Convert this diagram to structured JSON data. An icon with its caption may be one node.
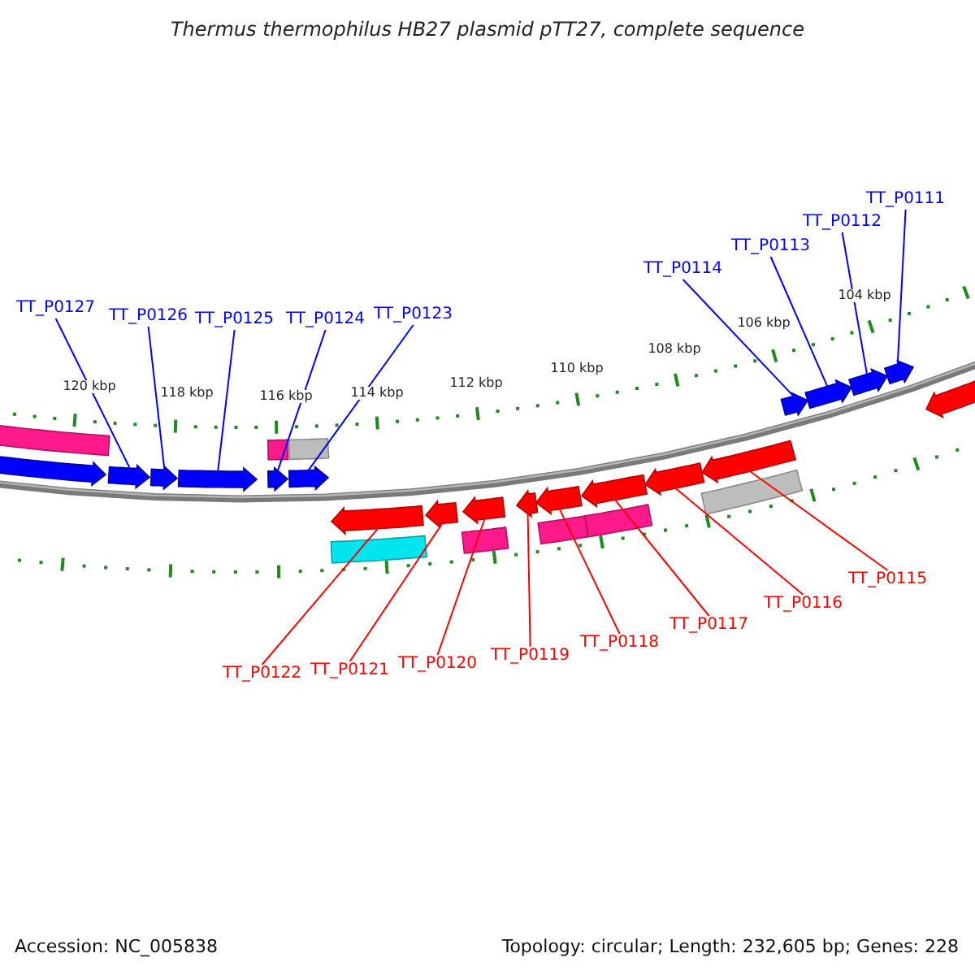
{
  "diagram": {
    "title": "Thermus thermophilus HB27 plasmid pTT27, complete sequence",
    "nodes": [
      {
        "text": [
          "TT_P0127"
        ]
      },
      {
        "text": [
          "TT_P0126"
        ]
      },
      {
        "text": [
          "TT_P0125"
        ]
      },
      {
        "text": [
          "TT_P0124"
        ]
      },
      {
        "text": [
          "TT_P0123"
        ]
      },
      {
        "text": [
          "TT_P0114"
        ]
      },
      {
        "text": [
          "TT_P0113"
        ]
      },
      {
        "text": [
          "TT_P0112"
        ]
      },
      {
        "text": [
          "TT_P0111"
        ]
      },
      {
        "text": [
          "TT_P0122"
        ]
      },
      {
        "text": [
          "TT_P0121"
        ]
      },
      {
        "text": [
          "TT_P0120"
        ]
      },
      {
        "text": [
          "TT_P0119"
        ]
      },
      {
        "text": [
          "TT_P0118"
        ]
      },
      {
        "text": [
          "TT_P0117"
        ]
      },
      {
        "text": [
          "TT_P0116"
        ]
      },
      {
        "text": [
          "TT_P0115"
        ]
      },
      {
        "text": [],
        "shape": "bar"
      },
      {
        "text": [],
        "shape": "bar"
      },
      {
        "text": [],
        "shape": "bar"
      },
      {
        "text": [],
        "shape": "bar"
      },
      {
        "text": [],
        "shape": "bar"
      },
      {
        "text": [],
        "shape": "bar"
      },
      {
        "text": [],
        "shape": "bar"
      },
      {
        "text": [],
        "shape": "bar"
      },
      {
        "text": [],
        "shape": "bar"
      },
      {
        "text": [],
        "shape": "bar"
      },
      {
        "text": [],
        "shape": "bar"
      },
      {
        "text": [],
        "shape": "bar"
      },
      {
        "text": [],
        "shape": "bar"
      },
      {
        "text": [],
        "shape": "bar"
      },
      {
        "text": [],
        "shape": "bar"
      },
      {
        "text": [],
        "shape": "bar"
      },
      {
        "text": [],
        "shape": "bar"
      }
    ],
    "edges": [
      {
        "from": 0,
        "to": 17,
        "arrow": "none"
      },
      {
        "from": 1,
        "to": 18,
        "arrow": "none"
      },
      {
        "from": 2,
        "to": 19,
        "arrow": "none"
      },
      {
        "from": 3,
        "to": 20,
        "arrow": "none"
      },
      {
        "from": 4,
        "to": 21,
        "arrow": "none"
      },
      {
        "from": 5,
        "to": 22,
        "arrow": "none"
      },
      {
        "from": 6,
        "to": 23,
        "arrow": "none"
      },
      {
        "from": 7,
        "to": 24,
        "arrow": "none"
      },
      {
        "from": 8,
        "to": 25,
        "arrow": "none"
      },
      {
        "from": 9,
        "to": 26,
        "arrow": "none",
        "color": "#ff0000"
      },
      {
        "from": 10,
        "to": 27,
        "arrow": "none",
        "color": "#ff0000"
      },
      {
        "from": 11,
        "to": 28,
        "arrow": "none",
        "color": "#ff0000"
      },
      {
        "from": 12,
        "to": 29,
        "arrow": "none",
        "color": "#ff0000"
      },
      {
        "from": 13,
        "to": 30,
        "arrow": "none",
        "color": "#ff0000"
      },
      {
        "from": 14,
        "to": 31,
        "arrow": "none",
        "color": "#ff0000"
      },
      {
        "from": 15,
        "to": 32,
        "arrow": "none",
        "color": "#ff0000"
      },
      {
        "from": 16,
        "to": 33,
        "arrow": "none",
        "color": "#ff0000"
      }
    ],
    "labels": [
      "120 kbp",
      "118 kbp",
      "116 kbp",
      "114 kbp",
      "112 kbp",
      "110 kbp",
      "108 kbp",
      "106 kbp",
      "104 kbp",
      "Accession: NC_005838",
      "Topology: circular; Length: 232,605 bp; Genes: 228"
    ]
  }
}
